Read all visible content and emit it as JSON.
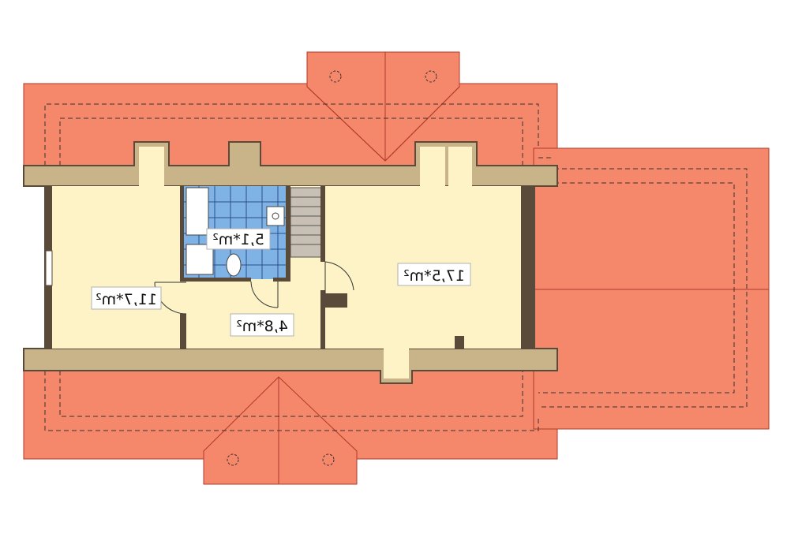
{
  "rooms": [
    {
      "id": "left-room",
      "area_label": "11,7*m²"
    },
    {
      "id": "bathroom",
      "area_label": "5,1*m²"
    },
    {
      "id": "right-room",
      "area_label": "17,5*m²"
    },
    {
      "id": "hall",
      "area_label": "4,8*m²"
    }
  ],
  "colors": {
    "roof": "#f5876a",
    "roof_outline": "#b13a2a",
    "floor": "#fdf3c6",
    "wall": "#5a4a3a",
    "wall_band": "#c9b48a",
    "bath_tile": "#7fb3e6",
    "stair": "#c8c0b4"
  }
}
